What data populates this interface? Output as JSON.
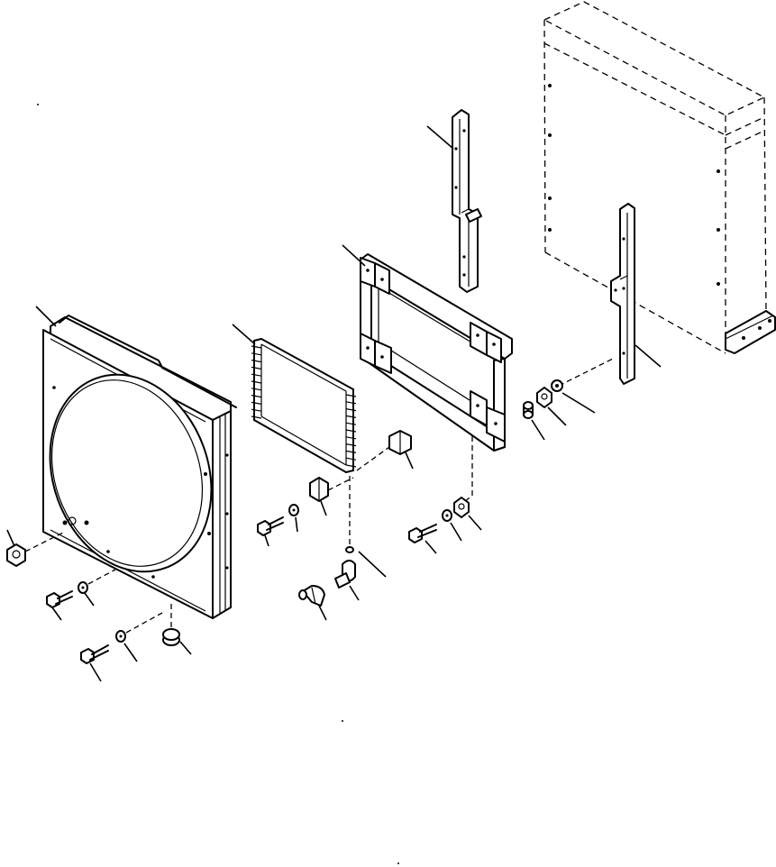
{
  "diagram": {
    "type": "exploded-parts-view",
    "parts": [
      {
        "id": "fan-shroud",
        "icon": "fan-shroud-icon"
      },
      {
        "id": "condenser-core",
        "icon": "condenser-icon"
      },
      {
        "id": "mounting-frame",
        "icon": "frame-icon"
      },
      {
        "id": "left-bracket",
        "icon": "bracket-icon"
      },
      {
        "id": "right-bracket",
        "icon": "bracket-icon"
      },
      {
        "id": "radiator",
        "icon": "radiator-icon"
      },
      {
        "id": "hardware",
        "icon": "bolt-icon"
      }
    ]
  }
}
